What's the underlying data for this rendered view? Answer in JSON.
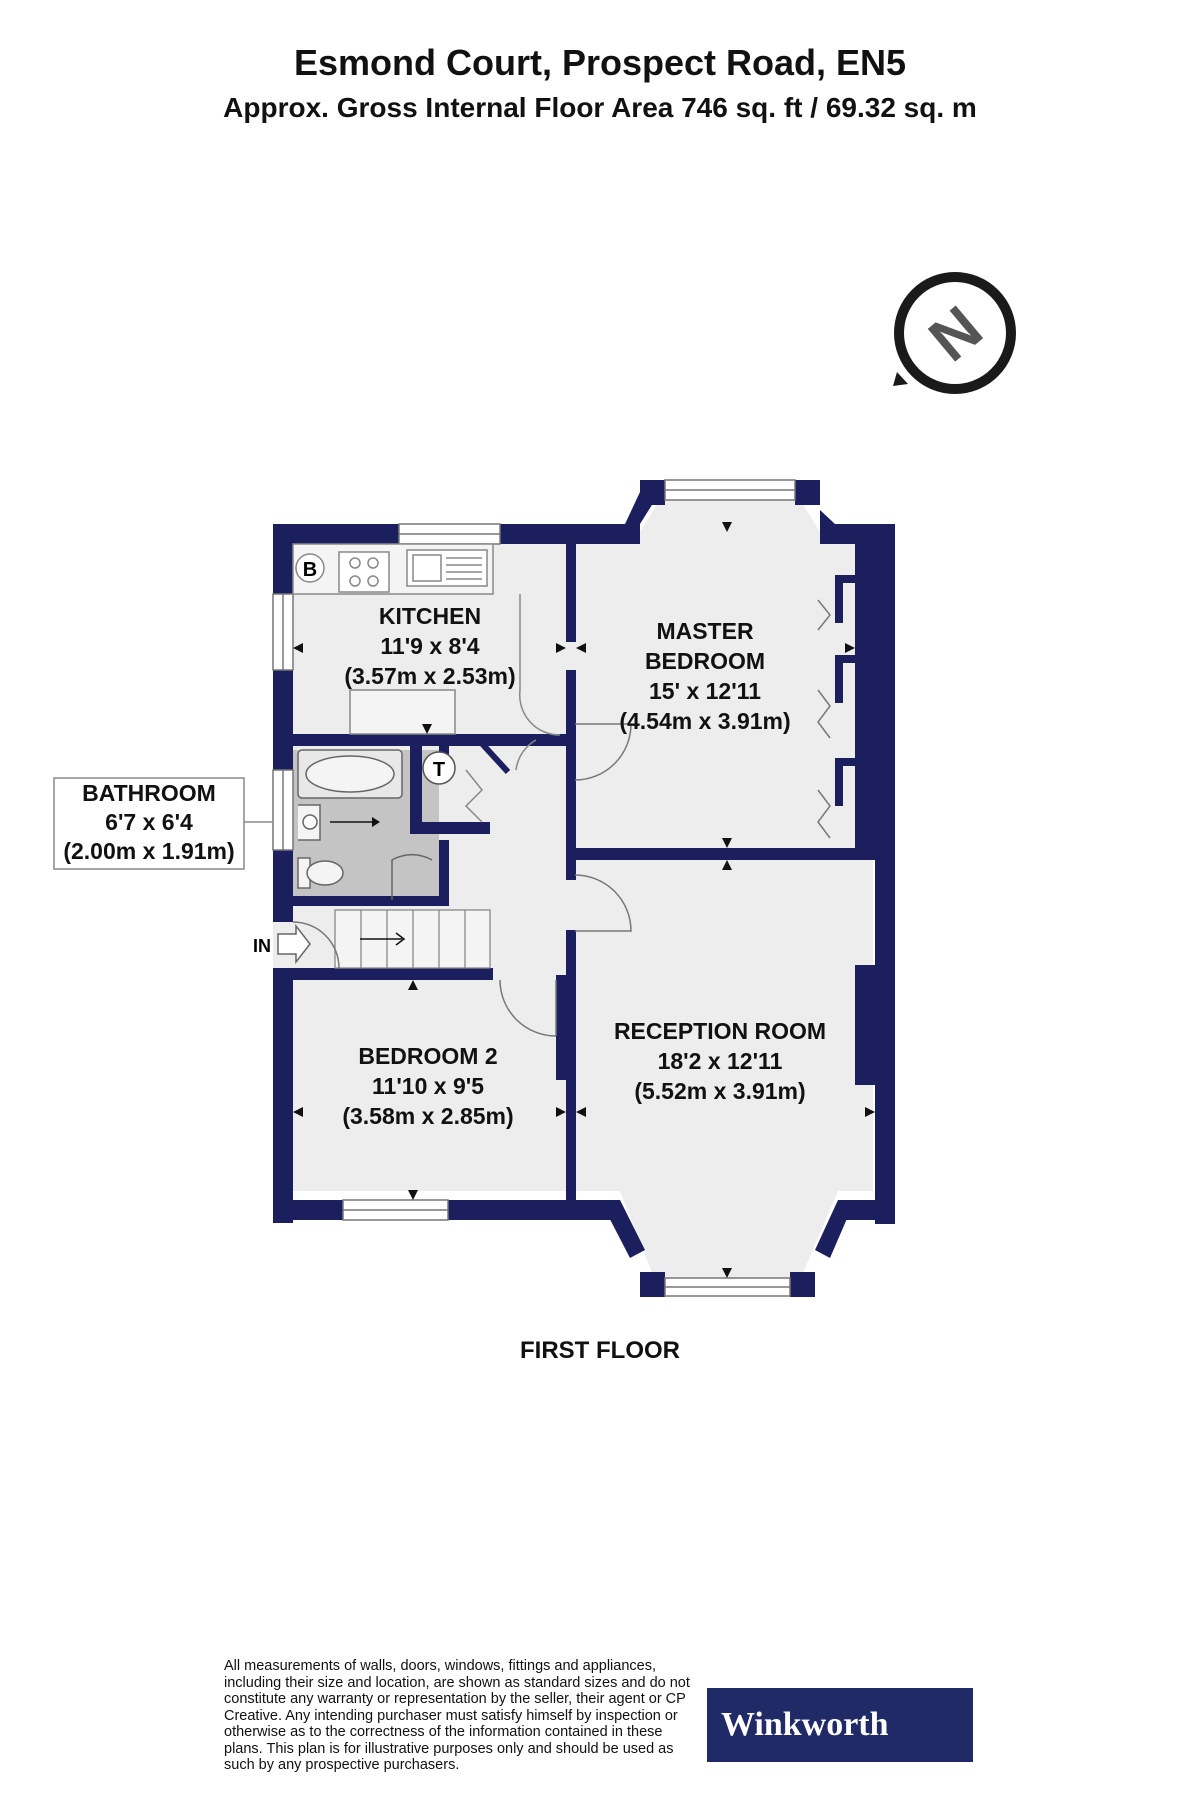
{
  "header": {
    "title": "Esmond Court, Prospect Road, EN5",
    "area": "Approx. Gross Internal Floor Area 746 sq. ft / 69.32 sq. m"
  },
  "compass": {
    "letter": "N",
    "icon": "north-compass-icon"
  },
  "rooms": {
    "kitchen": {
      "name": "KITCHEN",
      "imperial": "11'9 x 8'4",
      "metric": "(3.57m x 2.53m)"
    },
    "master": {
      "name1": "MASTER",
      "name2": "BEDROOM",
      "imperial": "15' x 12'11",
      "metric": "(4.54m x 3.91m)"
    },
    "bathroom": {
      "name": "BATHROOM",
      "imperial": "6'7 x 6'4",
      "metric": "(2.00m x 1.91m)"
    },
    "bedroom2": {
      "name": "BEDROOM 2",
      "imperial": "11'10 x 9'5",
      "metric": "(3.58m x 2.85m)"
    },
    "reception": {
      "name": "RECEPTION ROOM",
      "imperial": "18'2 x 12'11",
      "metric": "(5.52m x 3.91m)"
    }
  },
  "fixtures": {
    "boiler": "B",
    "tank": "T",
    "entrance": "IN"
  },
  "floor_label": "FIRST FLOOR",
  "disclaimer": "All measurements of walls, doors, windows, fittings and appliances, including their size and location, are shown as standard sizes and do not constitute any warranty or representation by the seller, their agent or CP Creative. Any intending purchaser must satisfy himself by inspection or otherwise as to the correctness of the information contained in these plans. This plan is for illustrative purposes only and should be used as such by any prospective purchasers.",
  "brand": "Winkworth",
  "colors": {
    "wall": "#1c1f5e",
    "floor": "#ededed",
    "bath": "#c4c4c4",
    "brand_bg": "#1f2a66"
  }
}
